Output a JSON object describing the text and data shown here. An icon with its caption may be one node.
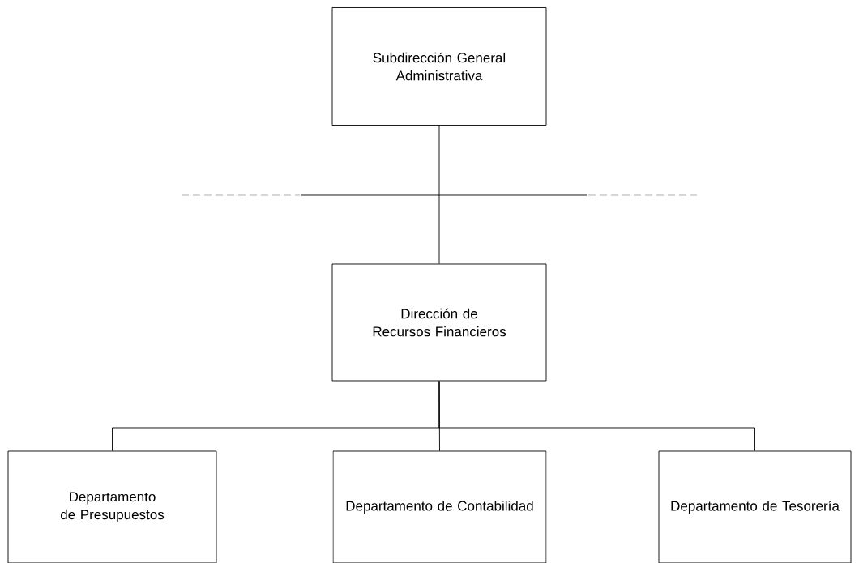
{
  "diagram": {
    "nodes": [
      {
        "text": [
          "Subdirección General Administrativa"
        ]
      },
      {
        "text": [
          "Dirección de Recursos Financieros"
        ]
      },
      {
        "text": [
          "Departamento de Presupuestos"
        ]
      },
      {
        "text": [
          "Departamento de Contabilidad"
        ]
      },
      {
        "text": [
          "Departamento de Tesorería"
        ]
      }
    ],
    "edges": [
      {
        "from": 0,
        "to": 1,
        "arrow": "none"
      },
      {
        "from": 1,
        "to": 2,
        "arrow": "none"
      },
      {
        "from": 1,
        "to": 3,
        "arrow": "none"
      },
      {
        "from": 1,
        "to": 4,
        "arrow": "none"
      }
    ]
  }
}
